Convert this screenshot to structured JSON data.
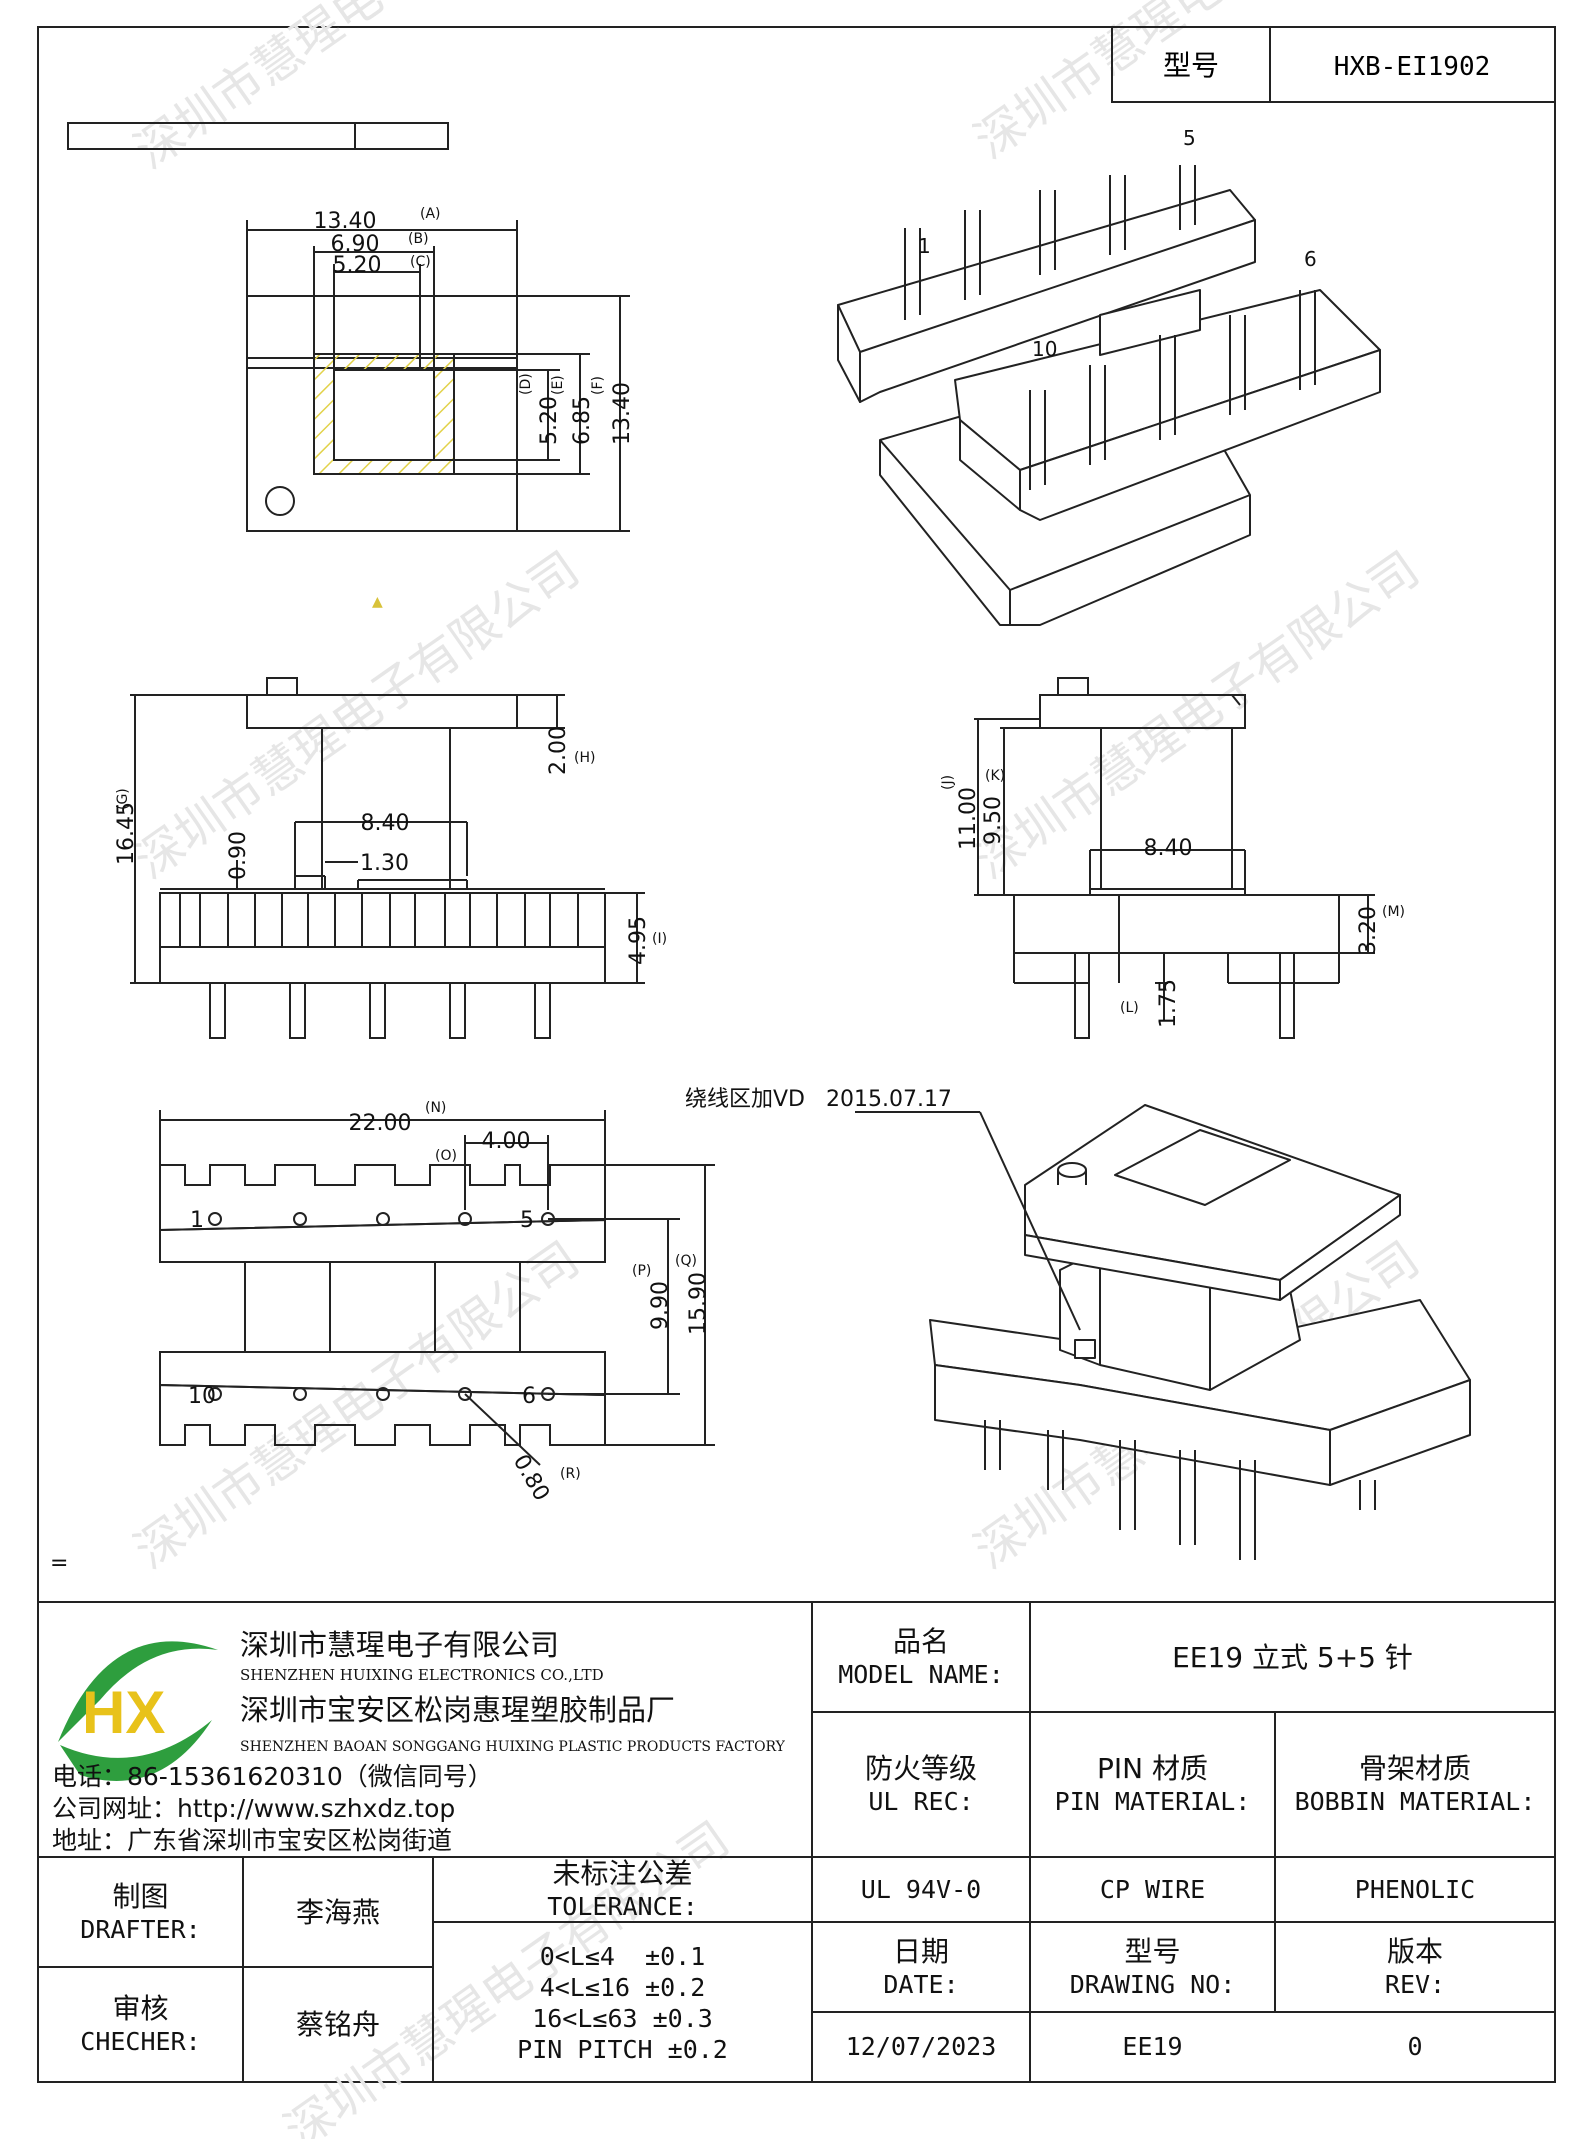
{
  "header": {
    "model_label": "型号",
    "model_value": "HXB-EI1902"
  },
  "drawing": {
    "top_view": {
      "dim_a": "13.40",
      "tag_a": "(A)",
      "dim_b": "6.90",
      "tag_b": "(B)",
      "dim_c": "5.20",
      "tag_c": "(C)",
      "dim_d": "5.20",
      "tag_d": "(D)",
      "dim_e": "6.85",
      "tag_e": "(E)",
      "dim_f": "13.40",
      "tag_f": "(F)"
    },
    "side_view": {
      "dim_g": "16.45",
      "tag_g": "(G)",
      "dim_h": "2.00",
      "tag_h": "(H)",
      "dim_w": "8.40",
      "dim_090": "0.90",
      "dim_130": "1.30",
      "dim_i": "4.95",
      "tag_i": "(I)"
    },
    "front_view": {
      "dim_j": "11.00",
      "tag_j": "(J)",
      "dim_k": "9.50",
      "tag_k": "(K)",
      "dim_w": "8.40",
      "dim_m": "3.20",
      "tag_m": "(M)",
      "dim_l": "1.75",
      "tag_l": "(L)"
    },
    "bottom_view": {
      "dim_n": "22.00",
      "tag_n": "(N)",
      "dim_o": "4.00",
      "tag_o": "(O)",
      "dim_p": "9.90",
      "tag_p": "(P)",
      "dim_q": "15.90",
      "tag_q": "(Q)",
      "dim_r": "0.80",
      "tag_r": "(R)",
      "pin1": "1",
      "pin5": "5",
      "pin10": "10",
      "pin6": "6"
    },
    "iso_labels": {
      "pin1": "1",
      "pin5": "5",
      "pin6": "6",
      "pin10": "10"
    },
    "note": "绕线区加VD   2015.07.17",
    "misc_mark": "="
  },
  "company": {
    "name_cn": "深圳市慧瑆电子有限公司",
    "name_en": "SHENZHEN HUIXING ELECTRONICS CO.,LTD",
    "factory_cn": "深圳市宝安区松岗惠瑆塑胶制品厂",
    "factory_en": "SHENZHEN BAOAN SONGGANG HUIXING PLASTIC PRODUCTS FACTORY",
    "phone": "电话：86-15361620310（微信同号）",
    "website": "公司网址：http://www.szhxdz.top",
    "address": "地址：广东省深圳市宝安区松岗街道",
    "logo_text": "HX"
  },
  "table": {
    "model_name_cn": "品名",
    "model_name_en": "MODEL NAME:",
    "model_name_value": "EE19 立式 5+5 针",
    "ul_cn": "防火等级",
    "ul_en": "UL REC:",
    "ul_value": "UL 94V-0",
    "pin_cn": "PIN 材质",
    "pin_en": "PIN MATERIAL:",
    "pin_value": "CP WIRE",
    "bobbin_cn": "骨架材质",
    "bobbin_en": "BOBBIN MATERIAL:",
    "bobbin_value": "PHENOLIC",
    "drafter_cn": "制图",
    "drafter_en": "DRAFTER:",
    "drafter_name": "李海燕",
    "checker_cn": "审核",
    "checker_en": "CHECHER:",
    "checker_name": "蔡铭舟",
    "tol_cn": "未标注公差",
    "tol_en": "TOLERANCE:",
    "tol_lines": [
      "0<L≤4  ±0.1",
      "4<L≤16 ±0.2",
      "16<L≤63 ±0.3",
      "PIN PITCH ±0.2"
    ],
    "date_cn": "日期",
    "date_en": "DATE:",
    "date_value": "12/07/2023",
    "drawing_cn": "型号",
    "drawing_en": "DRAWING NO:",
    "drawing_value": "EE19",
    "rev_cn": "版本",
    "rev_en": "REV:",
    "rev_value": "0"
  },
  "watermark": "深圳市慧瑆电子有限公司"
}
